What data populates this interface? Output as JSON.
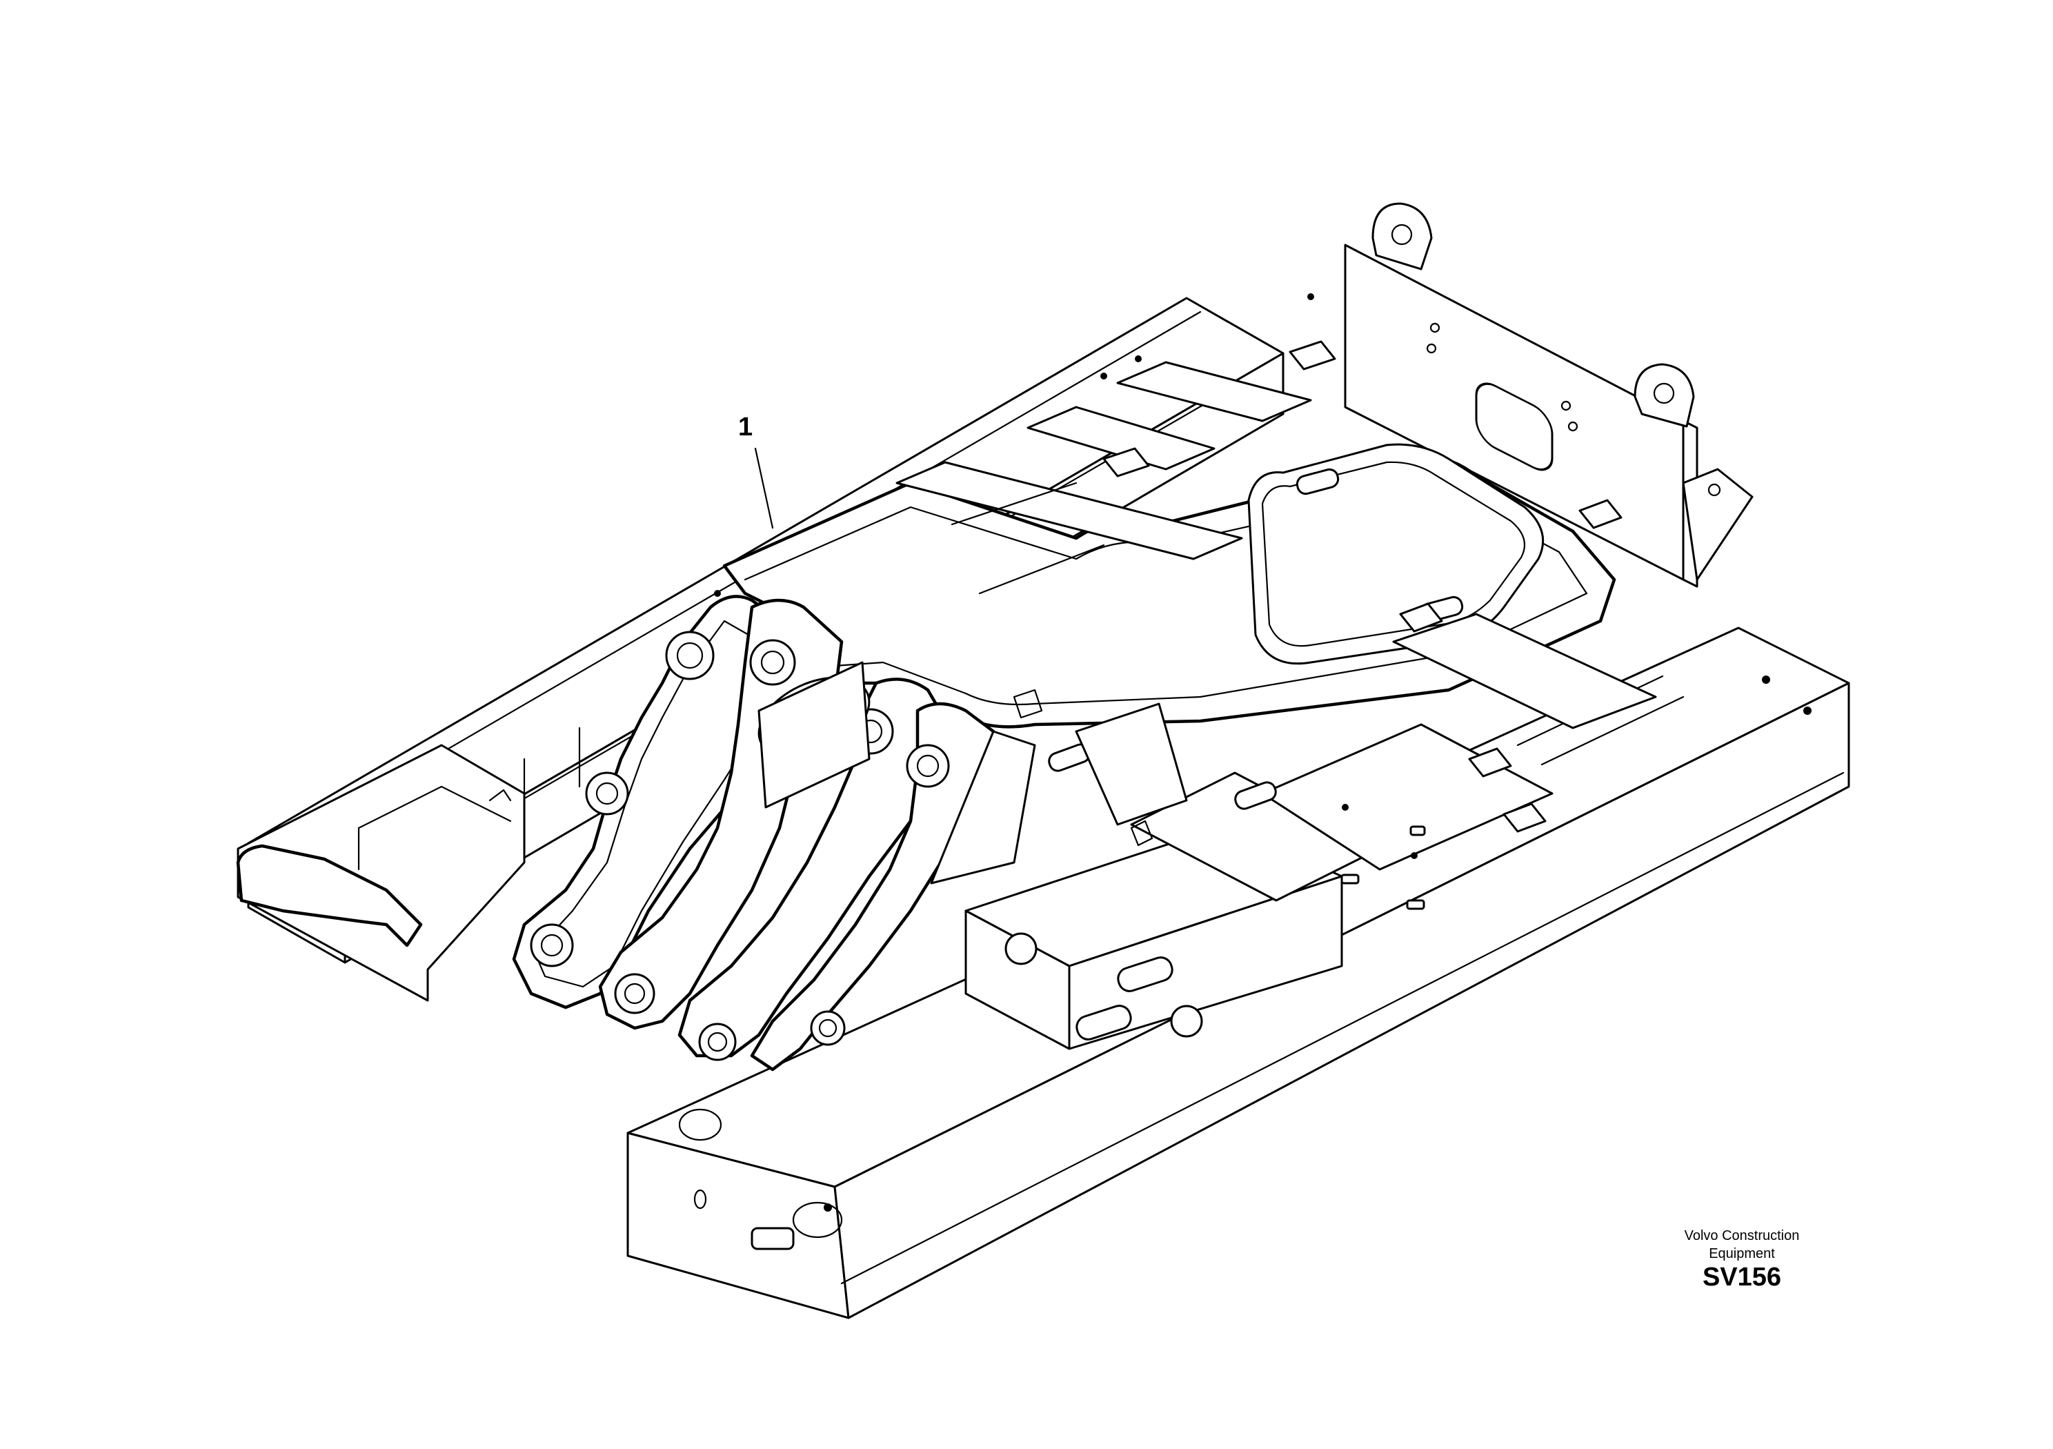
{
  "callouts": [
    {
      "number": "1"
    }
  ],
  "stamp": {
    "manufacturer_line1": "Volvo Construction",
    "manufacturer_line2": "Equipment",
    "illustration_code": "SV156"
  }
}
